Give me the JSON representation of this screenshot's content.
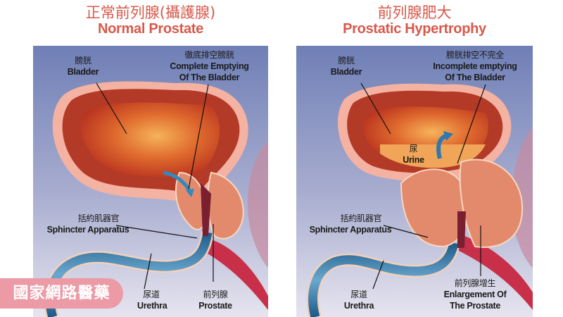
{
  "left_panel": {
    "title_zh": "正常前列腺(攝護腺)",
    "title_en": "Normal Prostate",
    "labels": {
      "bladder": {
        "zh": "膀胱",
        "en": "Bladder"
      },
      "emptying": {
        "zh": "徹底排空膀胱",
        "en1": "Complete Emptying",
        "en2": "Of The Bladder"
      },
      "sphincter": {
        "zh": "括約肌器官",
        "en": "Sphincter Apparatus"
      },
      "urethra": {
        "zh": "尿道",
        "en": "Urethra"
      },
      "prostate": {
        "zh": "前列腺",
        "en": "Prostate"
      }
    }
  },
  "right_panel": {
    "title_zh": "前列腺肥大",
    "title_en": "Prostatic Hypertrophy",
    "labels": {
      "bladder": {
        "zh": "膀胱",
        "en": "Bladder"
      },
      "emptying": {
        "zh": "膀胱排空不完全",
        "en1": "Incomplete emptying",
        "en2": "Of The Bladder"
      },
      "urine": {
        "zh": "尿",
        "en": "Urine"
      },
      "sphincter": {
        "zh": "括約肌器官",
        "en": "Sphincter Apparatus"
      },
      "urethra": {
        "zh": "尿道",
        "en": "Urethra"
      },
      "enlargement": {
        "zh": "前列腺增生",
        "en1": "Enlargement Of",
        "en2": "The Prostate"
      }
    }
  },
  "watermark": "國家網路醫藥",
  "colors": {
    "title": "#d9584a",
    "panel_top": "#6f7fb6",
    "panel_bottom": "#e4e2ee",
    "bladder": "#c9402a",
    "urethra": "#2f6c9a",
    "badge": "#eb9aa6"
  }
}
